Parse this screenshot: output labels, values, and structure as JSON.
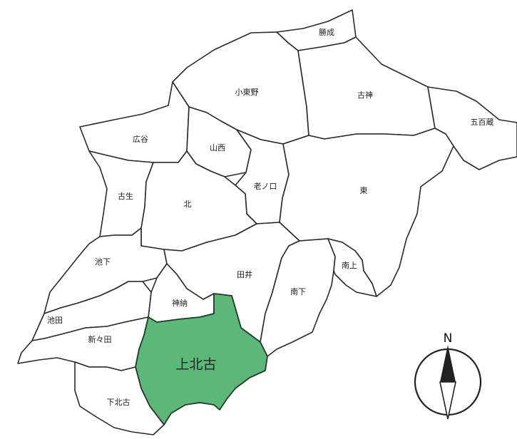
{
  "map": {
    "highlight_color": "#5bb77a",
    "regions": {
      "kumanari": "勝成",
      "kohigashino": "小東野",
      "furujin": "古神",
      "gohyakuzo": "五百蔵",
      "hiroya": "広谷",
      "yamanishi": "山西",
      "oinokuchi": "老ノ口",
      "higashi": "東",
      "furuike": "古生",
      "kita": "北",
      "ikeshita": "池下",
      "tai": "田井",
      "minamishita": "南下",
      "minamiue": "南上",
      "kanno": "神納",
      "ikeda": "池田",
      "shinjinden": "新々田",
      "kamikitako": "上北古",
      "shimokitako": "下北古"
    },
    "compass": {
      "north_label": "N",
      "icon": "north-arrow-compass"
    }
  }
}
